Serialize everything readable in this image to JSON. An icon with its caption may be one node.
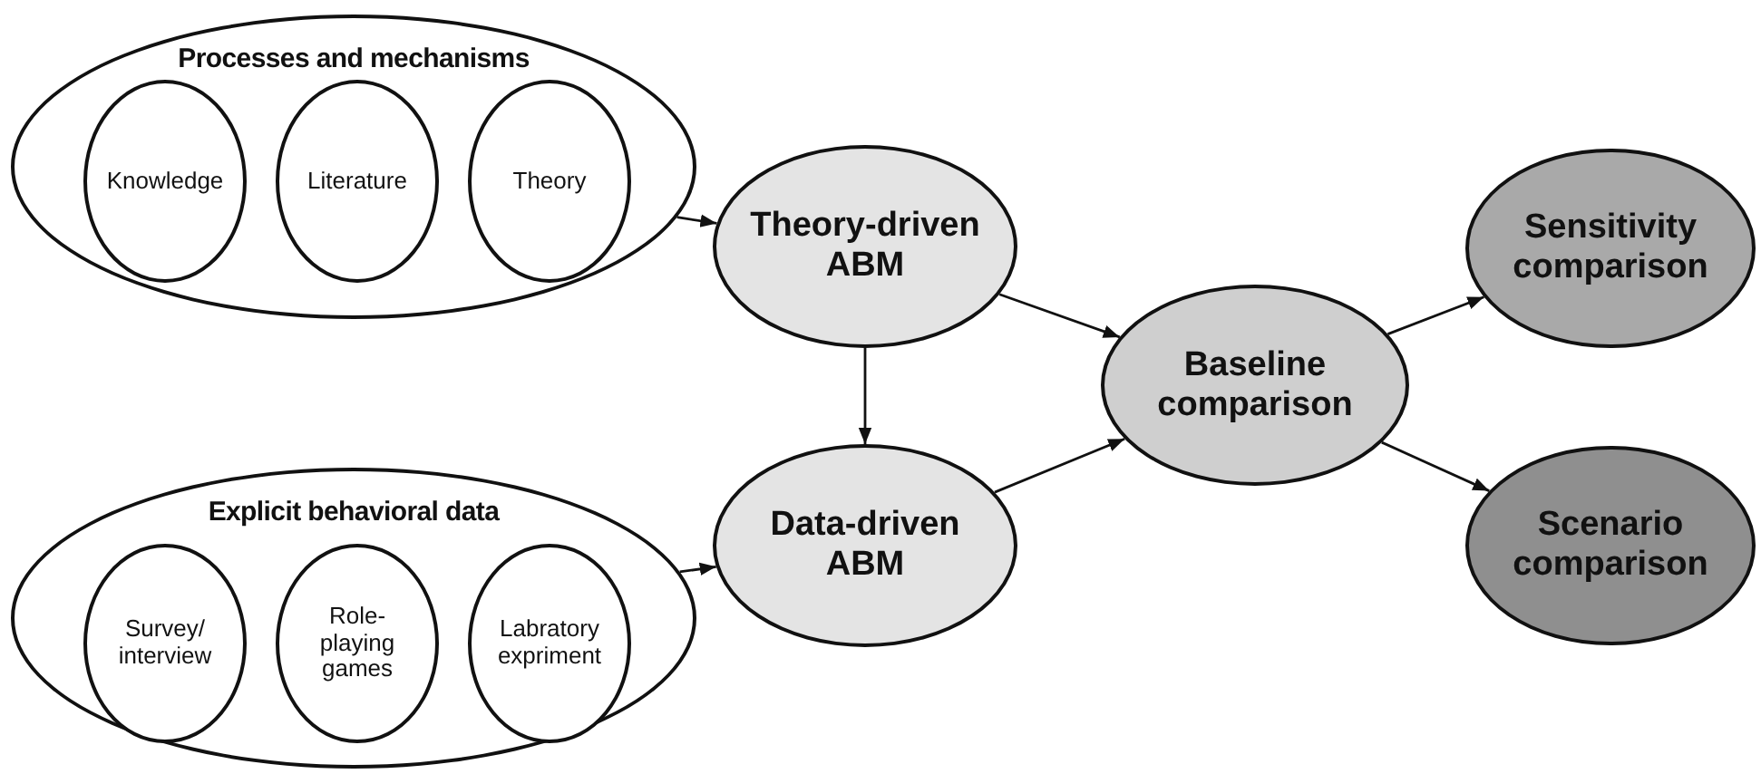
{
  "diagram": {
    "nodes": [
      {
        "text": [
          "Processes and mechanisms"
        ]
      },
      {
        "text": [
          "Knowledge"
        ],
        "in": 0
      },
      {
        "text": [
          "Literature"
        ],
        "in": 0
      },
      {
        "text": [
          "Theory"
        ],
        "in": 0
      },
      {
        "text": [
          "Explicit behavioral data"
        ]
      },
      {
        "text": [
          "Survey/ interview"
        ],
        "in": 4
      },
      {
        "text": [
          "Role-playing games"
        ],
        "in": 4
      },
      {
        "text": [
          "Labratory expriment"
        ],
        "in": 4
      },
      {
        "text": [
          "Theory-driven ABM"
        ]
      },
      {
        "text": [
          "Data-driven ABM"
        ]
      },
      {
        "text": [
          "Baseline comparison"
        ]
      },
      {
        "text": [
          "Sensitivity comparison"
        ]
      },
      {
        "text": [
          "Scenario comparison"
        ]
      }
    ],
    "edges": [
      {
        "from": 0,
        "to": 8,
        "arrow": "to"
      },
      {
        "from": 4,
        "to": 9,
        "arrow": "to"
      },
      {
        "from": 8,
        "to": 9,
        "arrow": "to"
      },
      {
        "from": 8,
        "to": 10,
        "arrow": "to"
      },
      {
        "from": 9,
        "to": 10,
        "arrow": "to"
      },
      {
        "from": 10,
        "to": 11,
        "arrow": "to"
      },
      {
        "from": 10,
        "to": 12,
        "arrow": "to"
      }
    ]
  }
}
